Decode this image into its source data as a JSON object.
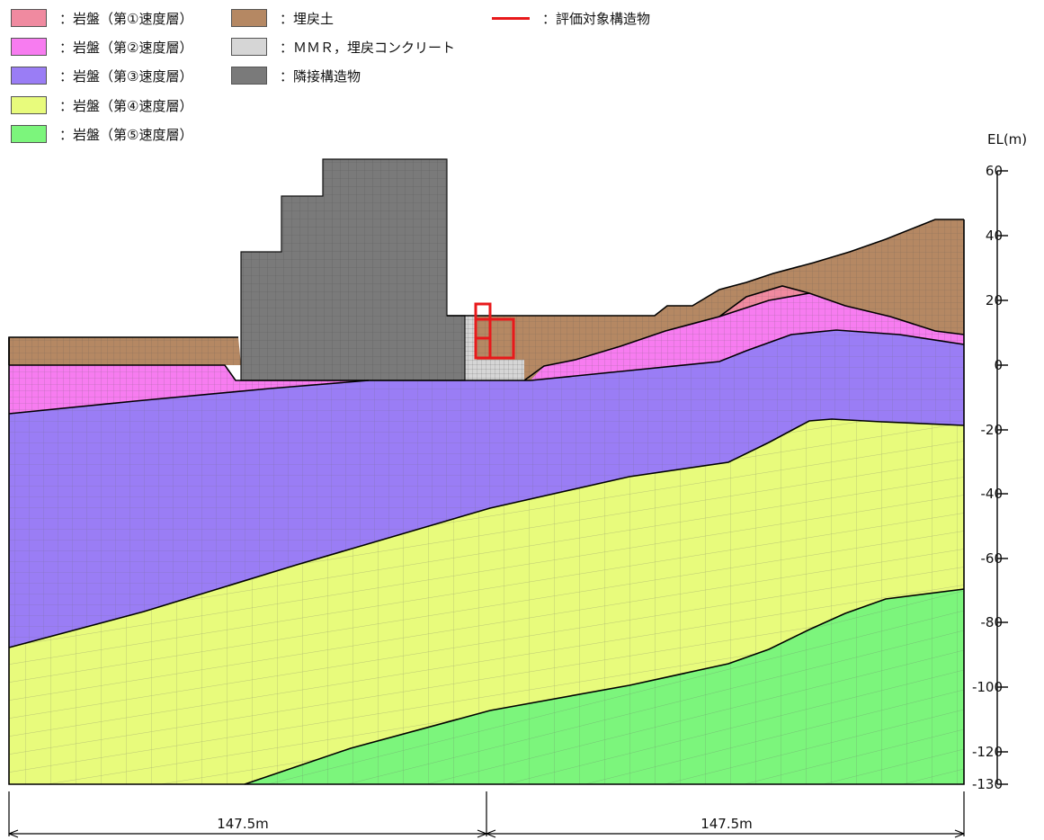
{
  "legend": {
    "items": [
      {
        "label": "：岩盤（第①速度層）",
        "color": "#f08aa0"
      },
      {
        "label": "：岩盤（第②速度層）",
        "color": "#f77cf0"
      },
      {
        "label": "：岩盤（第③速度層）",
        "color": "#9a7df5"
      },
      {
        "label": "：岩盤（第④速度層）",
        "color": "#e8fb7c"
      },
      {
        "label": "：岩盤（第⑤速度層）",
        "color": "#7cf57c"
      },
      {
        "label": "：埋戻土",
        "color": "#b58863"
      },
      {
        "label": "：ＭＭＲ，埋戻コンクリート",
        "color": "#d6d6d6"
      },
      {
        "label": "：隣接構造物",
        "color": "#7a7a7a"
      },
      {
        "label": "：評価対象構造物",
        "color": "#e8191b"
      }
    ]
  },
  "axis": {
    "title": "EL(m)",
    "ticks": [
      "60",
      "40",
      "20",
      "0",
      "-20",
      "-40",
      "-60",
      "-80",
      "-100",
      "-120",
      "-130"
    ]
  },
  "dimensions": {
    "left": "147.5m",
    "right": "147.5m"
  },
  "colors": {
    "layer1": "#f08aa0",
    "layer2": "#f77cf0",
    "layer3": "#9a7df5",
    "layer4": "#e8fb7c",
    "layer5": "#7cf57c",
    "fill_soil": "#b58863",
    "mmr": "#d6d6d6",
    "adjacent": "#7a7a7a",
    "target": "#e8191b"
  }
}
